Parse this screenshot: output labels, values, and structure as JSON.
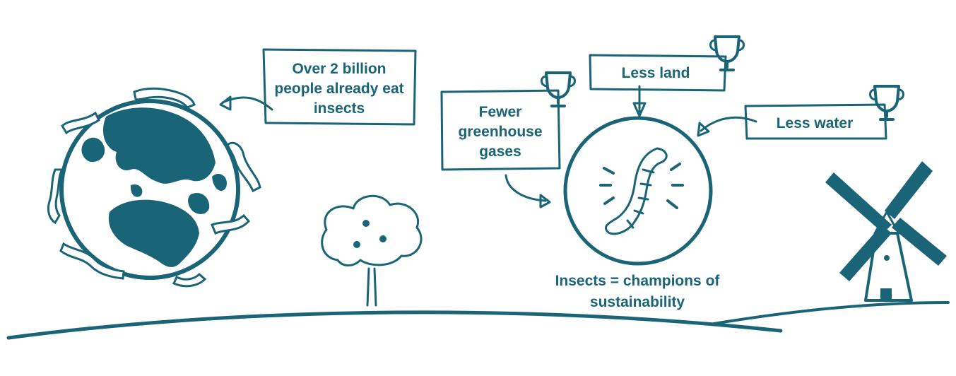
{
  "ink_color": "#1a6478",
  "background": "#ffffff",
  "labels": {
    "eat_insects": [
      "Over 2 billion",
      "people already eat",
      "insects"
    ],
    "greenhouse": [
      "Fewer",
      "greenhouse",
      "gases"
    ],
    "land": "Less land",
    "water": "Less water",
    "conclusion": [
      "Insects = champions of",
      "sustainability"
    ]
  },
  "icons": [
    "globe-icon",
    "tree-icon",
    "worm-icon",
    "windmill-icon",
    "trophy-icon"
  ]
}
